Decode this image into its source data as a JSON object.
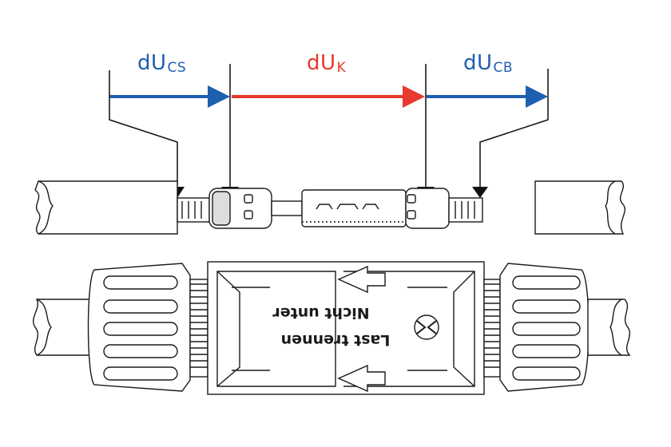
{
  "colors": {
    "blue": "#1f5fb0",
    "red": "#e83a2e",
    "line": "#1a1a1a",
    "background": "#ffffff"
  },
  "labels": {
    "left": {
      "main": "dU",
      "sub": "CS",
      "color_key": "blue"
    },
    "middle": {
      "main": "dU",
      "sub": "K",
      "color_key": "red"
    },
    "right": {
      "main": "dU",
      "sub": "CB",
      "color_key": "blue"
    }
  },
  "connector_marking": {
    "line1": "Nicht unter",
    "line2": "Last trennen"
  },
  "icons": [
    "arrow-right-icon",
    "measurement-point-icon",
    "cable-break-icon",
    "do-not-disconnect-symbol"
  ]
}
